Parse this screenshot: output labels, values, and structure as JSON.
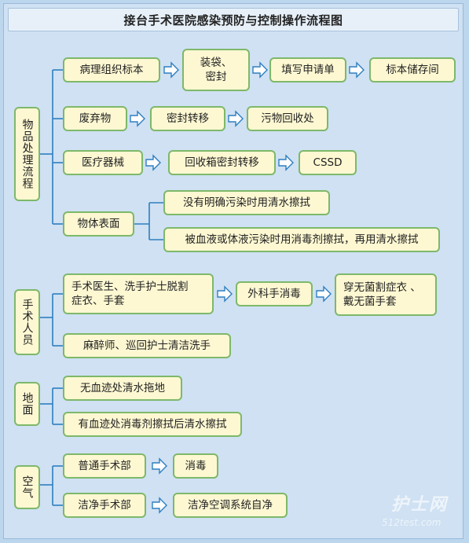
{
  "title": "接台手术医院感染预防与控制操作流程图",
  "sections": {
    "items": {
      "label": "物品处理流程",
      "rows": [
        [
          "病理组织标本",
          "装袋、\n密封",
          "填写申请单",
          "标本储存间"
        ],
        [
          "废弃物",
          "密封转移",
          "污物回收处"
        ],
        [
          "医疗器械",
          "回收箱密封转移",
          "CSSD"
        ]
      ],
      "surface": {
        "label": "物体表面",
        "option_a": "没有明确污染时用清水擦拭",
        "option_b": "被血液或体液污染时用消毒剂擦拭，再用清水擦拭"
      }
    },
    "staff": {
      "label": "手术人员",
      "a": "手术医生、洗手护士脱割\n症衣、手套",
      "b": "外科手消毒",
      "c": "穿无菌割症衣 、\n戴无菌手套",
      "d": "麻醉师、巡回护士清洁洗手"
    },
    "floor": {
      "label": "地面",
      "a": "无血迹处清水拖地",
      "b": "有血迹处消毒剂擦拭后清水擦拭"
    },
    "air": {
      "label": "空气",
      "a": "普通手术部",
      "a_next": "消毒",
      "b": "洁净手术部",
      "b_next": "洁净空调系统自净"
    }
  },
  "watermark": {
    "brand": "护士网",
    "site": "512test.com"
  },
  "colors": {
    "background": "#cfe1f3",
    "box_fill": "#fdf8d2",
    "box_border": "#7eb86a",
    "line": "#2e7fc0",
    "arrow": "#2e7fc0"
  }
}
